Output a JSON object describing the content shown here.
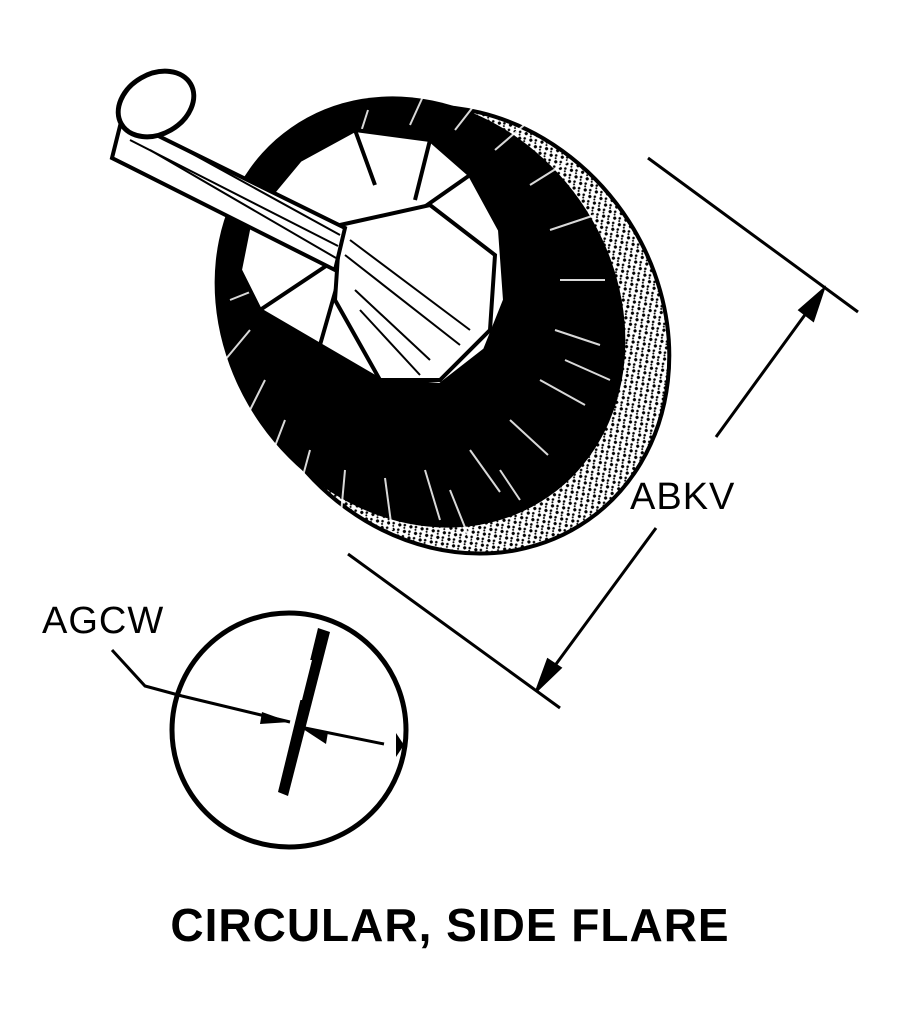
{
  "figure": {
    "caption": "CIRCULAR, SIDE FLARE",
    "dimensions": [
      {
        "code": "ABKV"
      },
      {
        "code": "AGCW"
      }
    ],
    "colors": {
      "ink": "#000000",
      "paper": "#ffffff"
    }
  }
}
